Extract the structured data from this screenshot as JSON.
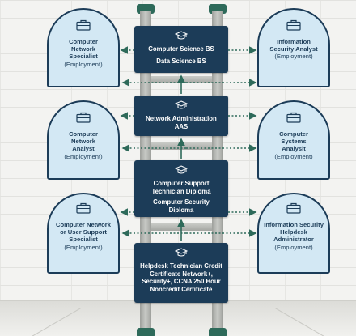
{
  "programs": [
    {
      "lines": [
        "Computer Science BS",
        "Data Science BS"
      ]
    },
    {
      "lines": [
        "Network Administration AAS"
      ]
    },
    {
      "lines": [
        "Computer Support Technician Diploma",
        "Computer Security Diploma"
      ]
    },
    {
      "lines": [
        "Helpdesk Technician Credit Certificate Network+, Security+, CCNA 250 Hour Noncredit Certificate"
      ]
    }
  ],
  "careers": {
    "left": [
      {
        "title": "Computer Network Specialist",
        "note": "(Employment)"
      },
      {
        "title": "Computer Network Analyst",
        "note": "(Employment)"
      },
      {
        "title": "Computer Network or User Support Specialist",
        "note": "(Employment)"
      }
    ],
    "right": [
      {
        "title": "Information Security Analyst",
        "note": "(Employment)"
      },
      {
        "title": "Computer Systems Analyslt",
        "note": "(Employment)"
      },
      {
        "title": "Information Security Helpdesk Administrator",
        "note": "(Employment)"
      }
    ]
  },
  "icons": {
    "program": "graduation-cap-icon",
    "career": "briefcase-icon"
  },
  "colors": {
    "navy": "#1c3c58",
    "card": "#d3e8f4",
    "arrow": "#2e6a5a",
    "pole_cap": "#2e6a5a"
  }
}
